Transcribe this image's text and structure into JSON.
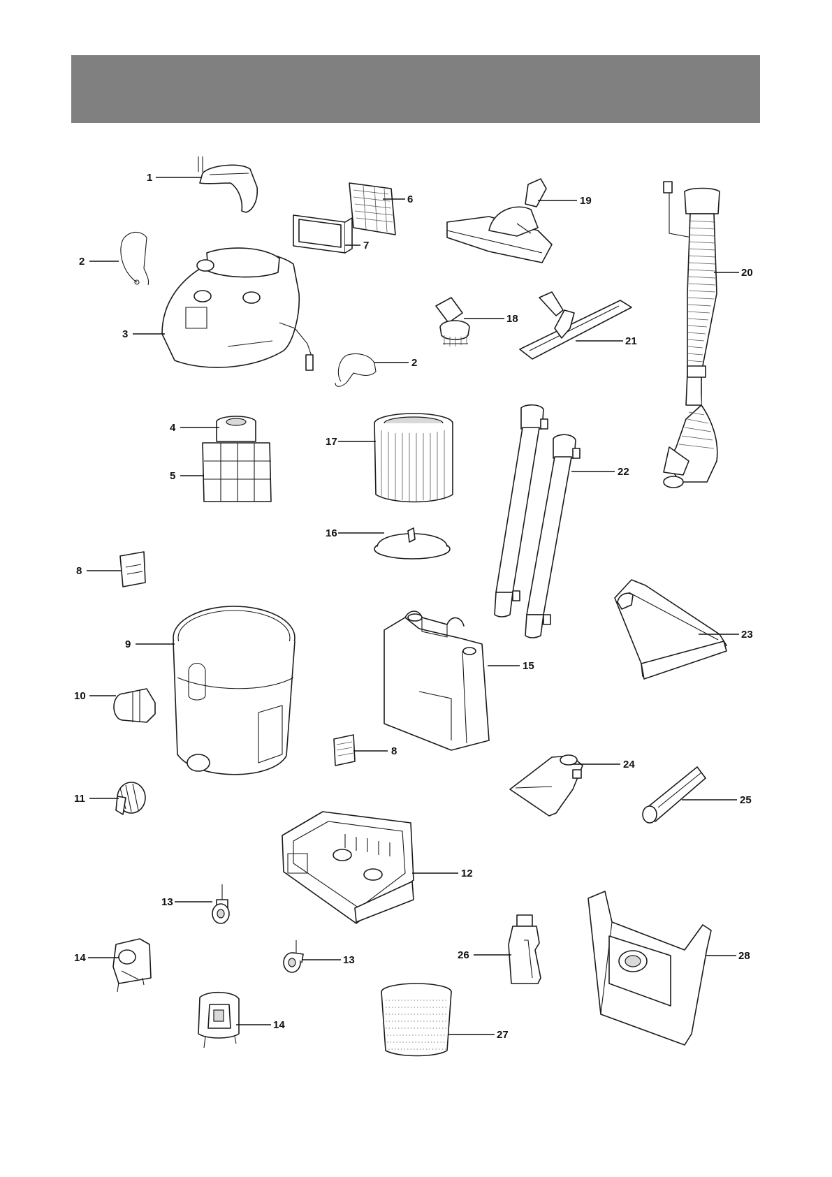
{
  "header": {
    "color": "#808080"
  },
  "parts": [
    {
      "id": "p1",
      "number": "1",
      "icon": "carry-handle-icon"
    },
    {
      "id": "p2a",
      "number": "2",
      "icon": "wire-clip-icon"
    },
    {
      "id": "p2b",
      "number": "2",
      "icon": "wire-clip-icon"
    },
    {
      "id": "p3",
      "number": "3",
      "icon": "motor-head-icon"
    },
    {
      "id": "p4",
      "number": "4",
      "icon": "float-cage-top-icon"
    },
    {
      "id": "p5",
      "number": "5",
      "icon": "float-cage-icon"
    },
    {
      "id": "p6",
      "number": "6",
      "icon": "filter-grille-icon"
    },
    {
      "id": "p7",
      "number": "7",
      "icon": "hepa-filter-icon"
    },
    {
      "id": "p8a",
      "number": "8",
      "icon": "latch-clip-icon"
    },
    {
      "id": "p8b",
      "number": "8",
      "icon": "latch-clip-icon"
    },
    {
      "id": "p9",
      "number": "9",
      "icon": "container-tank-icon"
    },
    {
      "id": "p10",
      "number": "10",
      "icon": "hose-inlet-icon"
    },
    {
      "id": "p11",
      "number": "11",
      "icon": "drain-cap-icon"
    },
    {
      "id": "p12",
      "number": "12",
      "icon": "base-tray-icon"
    },
    {
      "id": "p13a",
      "number": "13",
      "icon": "caster-wheel-icon"
    },
    {
      "id": "p13b",
      "number": "13",
      "icon": "caster-wheel-icon"
    },
    {
      "id": "p14a",
      "number": "14",
      "icon": "wheel-bracket-icon"
    },
    {
      "id": "p14b",
      "number": "14",
      "icon": "wheel-bracket-icon"
    },
    {
      "id": "p15",
      "number": "15",
      "icon": "water-tank-icon"
    },
    {
      "id": "p16",
      "number": "16",
      "icon": "filter-cover-icon"
    },
    {
      "id": "p17",
      "number": "17",
      "icon": "cartridge-filter-icon"
    },
    {
      "id": "p18",
      "number": "18",
      "icon": "dusting-brush-icon"
    },
    {
      "id": "p19",
      "number": "19",
      "icon": "floor-nozzle-icon"
    },
    {
      "id": "p20",
      "number": "20",
      "icon": "suction-hose-icon"
    },
    {
      "id": "p21",
      "number": "21",
      "icon": "wet-floor-nozzle-icon"
    },
    {
      "id": "p22",
      "number": "22",
      "icon": "extension-tubes-icon"
    },
    {
      "id": "p23",
      "number": "23",
      "icon": "spray-extraction-nozzle-icon"
    },
    {
      "id": "p24",
      "number": "24",
      "icon": "upholstery-nozzle-icon"
    },
    {
      "id": "p25",
      "number": "25",
      "icon": "crevice-tool-icon"
    },
    {
      "id": "p26",
      "number": "26",
      "icon": "detergent-bottle-icon"
    },
    {
      "id": "p27",
      "number": "27",
      "icon": "foam-filter-icon"
    },
    {
      "id": "p28",
      "number": "28",
      "icon": "dust-bag-icon"
    }
  ]
}
